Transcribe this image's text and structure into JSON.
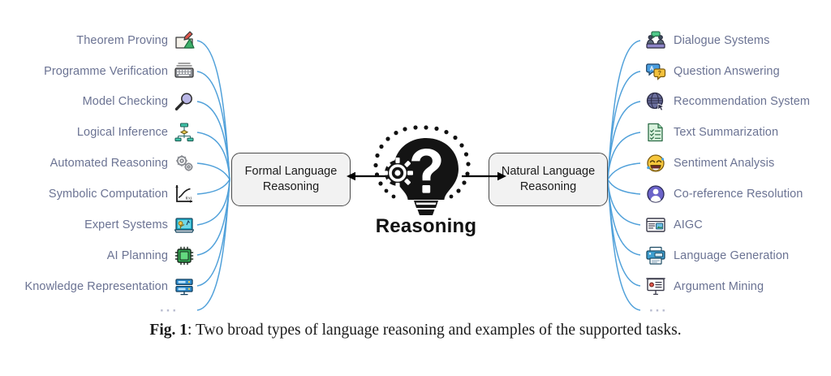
{
  "figure": {
    "caption_prefix": "Fig. 1",
    "caption_text": ": Two broad types of language reasoning and examples of the supported tasks.",
    "background_color": "#ffffff",
    "label_color": "#6b7393",
    "connector_color": "#3f97d6",
    "box_fill": "#f2f2f2",
    "box_border": "#4b4b4b"
  },
  "center": {
    "bulb_icon": "lightbulb-question-gear-icon",
    "reasoning_label": "Reasoning",
    "formal_box": "Formal Language\nReasoning",
    "formal_box_line1": "Formal Language",
    "formal_box_line2": "Reasoning",
    "natural_box_line1": "Natural Language",
    "natural_box_line2": "Reasoning",
    "arrow_left": "arrow-left-icon",
    "arrow_right": "arrow-right-icon"
  },
  "formal_tasks": {
    "ellipsis": "···",
    "items": [
      {
        "label": "Theorem Proving",
        "icon": "folder-pencil-triangle-icon"
      },
      {
        "label": "Programme Verification",
        "icon": "keyboard-icon"
      },
      {
        "label": "Model Checking",
        "icon": "magnifying-glass-icon"
      },
      {
        "label": "Logical Inference",
        "icon": "flowchart-hierarchy-icon"
      },
      {
        "label": "Automated Reasoning",
        "icon": "gears-icon"
      },
      {
        "label": "Symbolic Computation",
        "icon": "function-graph-icon"
      },
      {
        "label": "Expert Systems",
        "icon": "laptop-expert-icon"
      },
      {
        "label": "AI Planning",
        "icon": "cpu-chip-icon"
      },
      {
        "label": "Knowledge Representation",
        "icon": "database-server-icon"
      }
    ]
  },
  "natural_tasks": {
    "ellipsis": "···",
    "items": [
      {
        "label": "Dialogue Systems",
        "icon": "two-people-chat-icon"
      },
      {
        "label": "Question Answering",
        "icon": "speech-bubbles-qa-icon"
      },
      {
        "label": "Recommendation System",
        "icon": "globe-cursor-icon"
      },
      {
        "label": "Text Summarization",
        "icon": "checklist-document-icon"
      },
      {
        "label": "Sentiment Analysis",
        "icon": "laughing-emoji-icon"
      },
      {
        "label": "Co-reference Resolution",
        "icon": "user-avatar-icon"
      },
      {
        "label": "AIGC",
        "icon": "article-image-icon"
      },
      {
        "label": "Language Generation",
        "icon": "printer-icon"
      },
      {
        "label": "Argument Mining",
        "icon": "presentation-board-icon"
      }
    ]
  }
}
